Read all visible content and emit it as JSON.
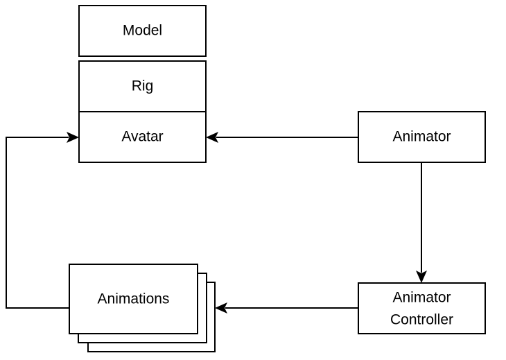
{
  "diagram": {
    "nodes": {
      "model": {
        "label": "Model"
      },
      "rig": {
        "label": "Rig"
      },
      "avatar": {
        "label": "Avatar"
      },
      "animator": {
        "label": "Animator"
      },
      "animator_controller": {
        "line1": "Animator",
        "line2": "Controller"
      },
      "animations": {
        "label": "Animations"
      }
    },
    "edges": [
      {
        "from": "animator",
        "to": "avatar"
      },
      {
        "from": "animator",
        "to": "animator_controller"
      },
      {
        "from": "animator_controller",
        "to": "animations"
      },
      {
        "from": "animations",
        "to": "avatar"
      }
    ]
  }
}
